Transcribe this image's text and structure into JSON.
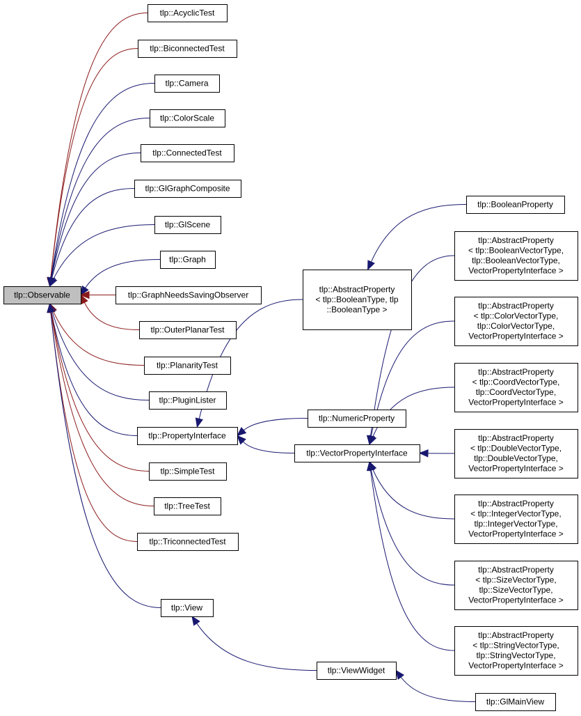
{
  "nodes": {
    "observable": [
      "tlp::Observable"
    ],
    "acyclic": [
      "tlp::AcyclicTest"
    ],
    "biconnected": [
      "tlp::BiconnectedTest"
    ],
    "camera": [
      "tlp::Camera"
    ],
    "colorscale": [
      "tlp::ColorScale"
    ],
    "connected": [
      "tlp::ConnectedTest"
    ],
    "glgraphcomposite": [
      "tlp::GlGraphComposite"
    ],
    "glscene": [
      "tlp::GlScene"
    ],
    "graph": [
      "tlp::Graph"
    ],
    "graphneedssaving": [
      "tlp::GraphNeedsSavingObserver"
    ],
    "outerplanar": [
      "tlp::OuterPlanarTest"
    ],
    "planarity": [
      "tlp::PlanarityTest"
    ],
    "pluginlister": [
      "tlp::PluginLister"
    ],
    "propertyinterface": [
      "tlp::PropertyInterface"
    ],
    "simpletest": [
      "tlp::SimpleTest"
    ],
    "treetest": [
      "tlp::TreeTest"
    ],
    "triconnected": [
      "tlp::TriconnectedTest"
    ],
    "view": [
      "tlp::View"
    ],
    "abstractbool": [
      "tlp::AbstractProperty",
      "< tlp::BooleanType, tlp",
      "::BooleanType >"
    ],
    "numericproperty": [
      "tlp::NumericProperty"
    ],
    "vectorpropertyinterface": [
      "tlp::VectorPropertyInterface"
    ],
    "viewwidget": [
      "tlp::ViewWidget"
    ],
    "booleanproperty": [
      "tlp::BooleanProperty"
    ],
    "abstractboolvec": [
      "tlp::AbstractProperty",
      "< tlp::BooleanVectorType,",
      "tlp::BooleanVectorType,",
      "VectorPropertyInterface >"
    ],
    "abstractcolorvec": [
      "tlp::AbstractProperty",
      "< tlp::ColorVectorType,",
      "tlp::ColorVectorType,",
      "VectorPropertyInterface >"
    ],
    "abstractcoordvec": [
      "tlp::AbstractProperty",
      "< tlp::CoordVectorType,",
      "tlp::CoordVectorType,",
      "VectorPropertyInterface >"
    ],
    "abstractdoublevec": [
      "tlp::AbstractProperty",
      "< tlp::DoubleVectorType,",
      "tlp::DoubleVectorType,",
      "VectorPropertyInterface >"
    ],
    "abstractintvec": [
      "tlp::AbstractProperty",
      "< tlp::IntegerVectorType,",
      "tlp::IntegerVectorType,",
      "VectorPropertyInterface >"
    ],
    "abstractsizevec": [
      "tlp::AbstractProperty",
      "< tlp::SizeVectorType,",
      "tlp::SizeVectorType,",
      "VectorPropertyInterface >"
    ],
    "abstractstringvec": [
      "tlp::AbstractProperty",
      "< tlp::StringVectorType,",
      "tlp::StringVectorType,",
      "VectorPropertyInterface >"
    ],
    "glmainview": [
      "tlp::GlMainView"
    ]
  },
  "edges": [
    {
      "from": "acyclic",
      "to": "observable",
      "color": "#8b1a1a"
    },
    {
      "from": "biconnected",
      "to": "observable",
      "color": "#8b1a1a"
    },
    {
      "from": "camera",
      "to": "observable",
      "color": "#191970"
    },
    {
      "from": "colorscale",
      "to": "observable",
      "color": "#191970"
    },
    {
      "from": "connected",
      "to": "observable",
      "color": "#191970"
    },
    {
      "from": "glgraphcomposite",
      "to": "observable",
      "color": "#191970"
    },
    {
      "from": "glscene",
      "to": "observable",
      "color": "#191970"
    },
    {
      "from": "graph",
      "to": "observable",
      "color": "#191970"
    },
    {
      "from": "graphneedssaving",
      "to": "observable",
      "color": "#8b1a1a"
    },
    {
      "from": "outerplanar",
      "to": "observable",
      "color": "#8b1a1a"
    },
    {
      "from": "planarity",
      "to": "observable",
      "color": "#8b1a1a"
    },
    {
      "from": "pluginlister",
      "to": "observable",
      "color": "#191970"
    },
    {
      "from": "propertyinterface",
      "to": "observable",
      "color": "#191970"
    },
    {
      "from": "simpletest",
      "to": "observable",
      "color": "#8b1a1a"
    },
    {
      "from": "treetest",
      "to": "observable",
      "color": "#8b1a1a"
    },
    {
      "from": "triconnected",
      "to": "observable",
      "color": "#8b1a1a"
    },
    {
      "from": "view",
      "to": "observable",
      "color": "#191970"
    },
    {
      "from": "abstractbool",
      "to": "propertyinterface",
      "color": "#191970"
    },
    {
      "from": "numericproperty",
      "to": "propertyinterface",
      "color": "#191970"
    },
    {
      "from": "vectorpropertyinterface",
      "to": "propertyinterface",
      "color": "#191970"
    },
    {
      "from": "booleanproperty",
      "to": "abstractbool",
      "color": "#191970"
    },
    {
      "from": "abstractboolvec",
      "to": "vectorpropertyinterface",
      "color": "#191970"
    },
    {
      "from": "abstractcolorvec",
      "to": "vectorpropertyinterface",
      "color": "#191970"
    },
    {
      "from": "abstractcoordvec",
      "to": "vectorpropertyinterface",
      "color": "#191970"
    },
    {
      "from": "abstractdoublevec",
      "to": "vectorpropertyinterface",
      "color": "#191970"
    },
    {
      "from": "abstractintvec",
      "to": "vectorpropertyinterface",
      "color": "#191970"
    },
    {
      "from": "abstractsizevec",
      "to": "vectorpropertyinterface",
      "color": "#191970"
    },
    {
      "from": "abstractstringvec",
      "to": "vectorpropertyinterface",
      "color": "#191970"
    },
    {
      "from": "viewwidget",
      "to": "view",
      "color": "#191970"
    },
    {
      "from": "glmainview",
      "to": "viewwidget",
      "color": "#191970"
    }
  ]
}
